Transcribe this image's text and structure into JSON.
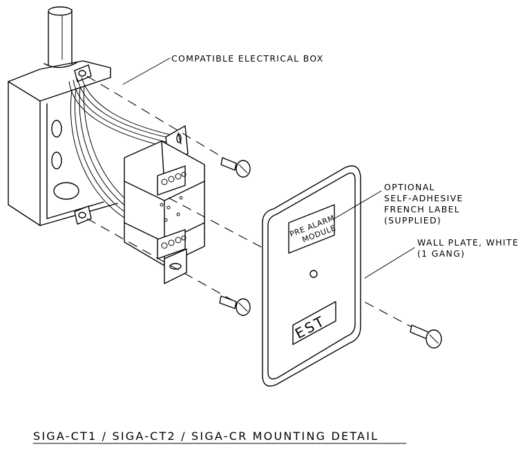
{
  "labels": {
    "electrical_box": "COMPATIBLE ELECTRICAL BOX",
    "optional_label": [
      "OPTIONAL",
      "SELF-ADHESIVE",
      "FRENCH LABEL",
      "(SUPPLIED)"
    ],
    "wall_plate": [
      "WALL PLATE, WHITE",
      "(1 GANG)"
    ]
  },
  "plate_text": {
    "module_label": [
      "PRE ALARM",
      "MODULE"
    ],
    "brand": "EST"
  },
  "title": "SIGA-CT1 / SIGA-CT2 / SIGA-CR MOUNTING DETAIL"
}
